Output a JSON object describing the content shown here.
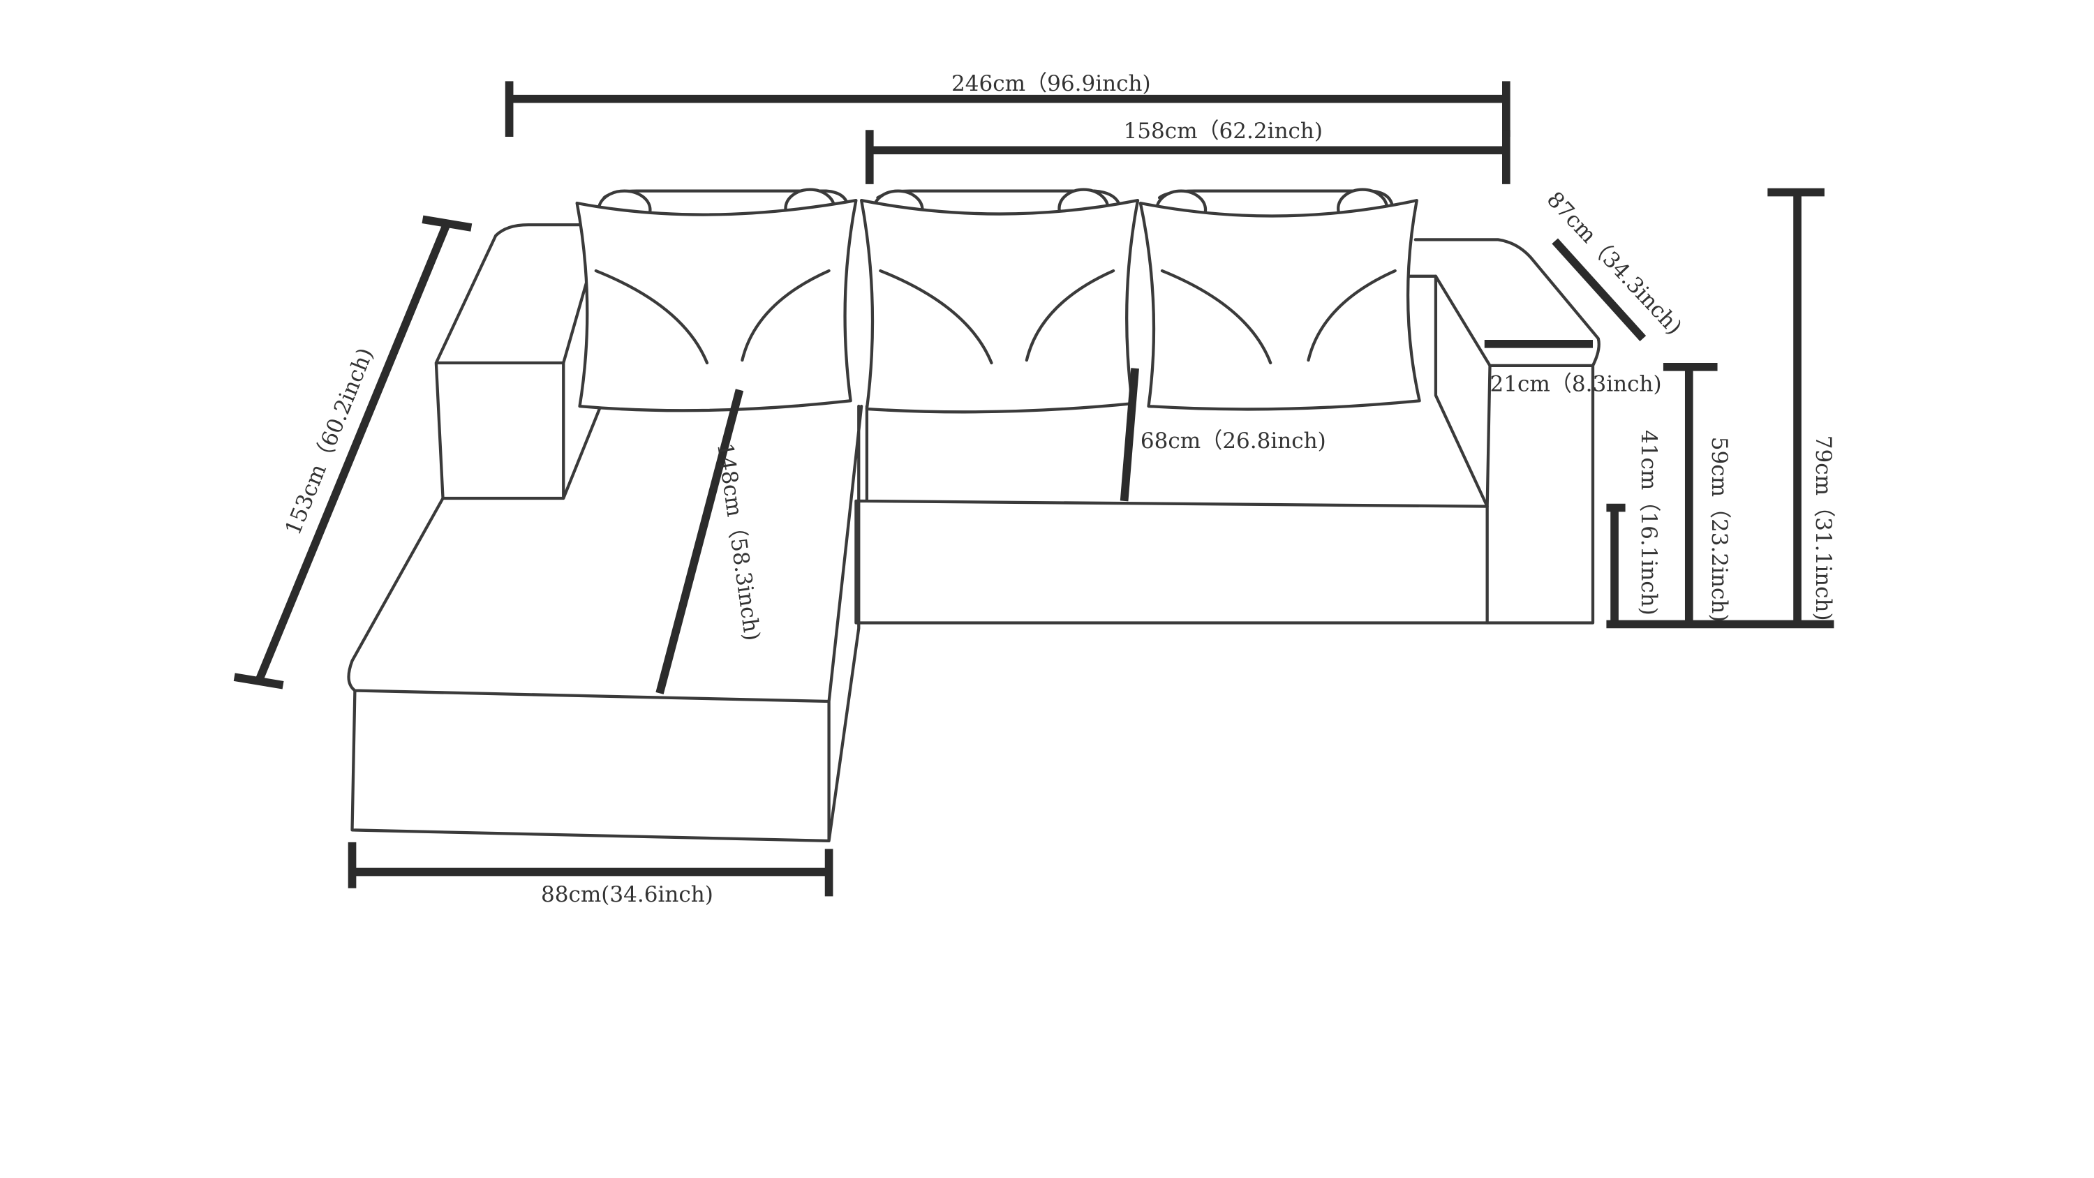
{
  "dimensions": {
    "total_width": "246cm（96.9inch)",
    "seat_width": "158cm（62.2inch)",
    "depth_angled": "87cm（34.3inch)",
    "chaise_length": "153cm（60.2inch)",
    "chaise_seat_length": "148cm（58.3inch)",
    "seat_depth": "68cm（26.8inch)",
    "armrest_width": "21cm（8.3inch)",
    "seat_height": "41cm（16.1inch)",
    "arm_height": "59cm（23.2inch)",
    "total_height": "79cm（31.1inch)",
    "chaise_width": "88cm(34.6inch)"
  },
  "colors": {
    "line": "#3a3a3a",
    "dimension_line": "#2b2b2b",
    "text": "#333333",
    "background": "#ffffff"
  }
}
